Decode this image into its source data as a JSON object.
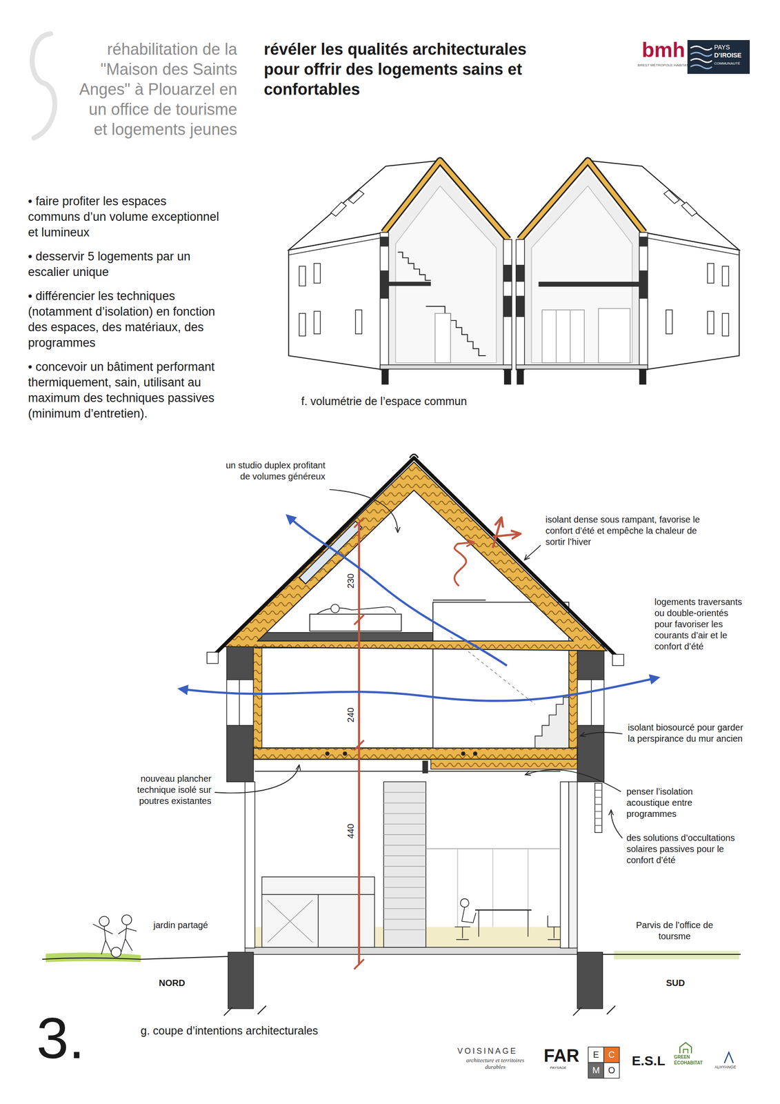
{
  "diagram": {
    "title": "réhabilitation de la \"Maison des Saints Anges\" à Plouarzel en un office de tourisme et logements jeunes",
    "labels": [
      "révéler les qualités architecturales pour offrir des logements sains et confortables",
      "bmh",
      "BREST MÉTROPOLE HABITAT",
      "PAYS",
      "D’IROISE",
      "COMMUNAUTÉ",
      "• faire profiter les espaces communs d’un volume exceptionnel et lumineux",
      "• desservir 5 logements par un escalier unique",
      "• différencier les techniques (notamment d’isolation) en fonction des espaces, des matériaux, des programmes",
      "• concevoir un bâtiment performant thermiquement, sain, utilisant au maximum des techniques passives (minimum d’entretien).",
      "f. volumétrie de l’espace commun",
      "un studio duplex profitant de volumes généreux",
      "isolant dense sous rampant, favorise le confort d’été et empêche la chaleur de sortir l’hiver",
      "logements traversants ou double-orientés pour favoriser les courants d’air et le confort d’été",
      "230",
      "240",
      "440",
      "isolant biosourcé pour garder la perspirance du mur ancien",
      "nouveau plancher technique isolé sur poutres existantes",
      "penser l’isolation acoustique entre programmes",
      "des solutions d’occultations solaires passives pour le confort d’été",
      "jardin partagé",
      "Parvis de l’office de toursme",
      "NORD",
      "SUD",
      "3.",
      "g. coupe d’intentions architecturales",
      "VOISINAGE",
      "architecture et territoires durables",
      "FAR",
      "PAYSAGE",
      "E",
      "C",
      "M",
      "O",
      "E.S.L",
      "GREEN",
      "ÉCOHABITAT",
      "ALHYANGE"
    ]
  }
}
